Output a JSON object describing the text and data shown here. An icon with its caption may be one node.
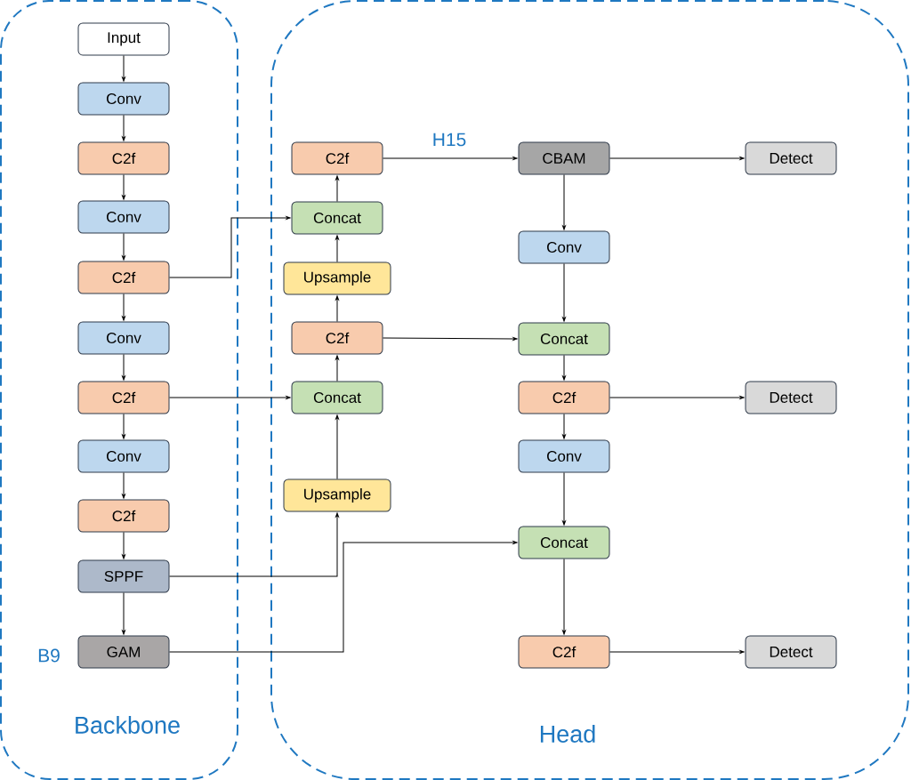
{
  "diagram": {
    "nodes": [
      {
        "text": [
          "Backbone"
        ]
      },
      {
        "text": [
          "Input"
        ],
        "in": 0
      },
      {
        "text": [
          "Conv"
        ],
        "in": 0
      },
      {
        "text": [
          "C2f"
        ],
        "in": 0
      },
      {
        "text": [
          "Conv"
        ],
        "in": 0
      },
      {
        "text": [
          "C2f"
        ],
        "in": 0
      },
      {
        "text": [
          "Conv"
        ],
        "in": 0
      },
      {
        "text": [
          "C2f"
        ],
        "in": 0
      },
      {
        "text": [
          "Conv"
        ],
        "in": 0
      },
      {
        "text": [
          "C2f"
        ],
        "in": 0
      },
      {
        "text": [
          "SPPF"
        ],
        "in": 0
      },
      {
        "text": [
          "GAM"
        ],
        "in": 0,
        "beside": [
          "B9"
        ]
      },
      {
        "text": [
          "Head"
        ]
      },
      {
        "text": [
          "C2f"
        ],
        "in": 12
      },
      {
        "text": [
          "Concat"
        ],
        "in": 12
      },
      {
        "text": [
          "Upsample"
        ],
        "in": 12
      },
      {
        "text": [
          "C2f"
        ],
        "in": 12
      },
      {
        "text": [
          "Concat"
        ],
        "in": 12
      },
      {
        "text": [
          "Upsample"
        ],
        "in": 12
      },
      {
        "text": [
          "CBAM"
        ],
        "in": 12
      },
      {
        "text": [
          "Conv"
        ],
        "in": 12
      },
      {
        "text": [
          "Concat"
        ],
        "in": 12
      },
      {
        "text": [
          "C2f"
        ],
        "in": 12
      },
      {
        "text": [
          "Conv"
        ],
        "in": 12
      },
      {
        "text": [
          "Concat"
        ],
        "in": 12
      },
      {
        "text": [
          "C2f"
        ],
        "in": 12
      },
      {
        "text": [
          "Detect"
        ],
        "in": 12
      },
      {
        "text": [
          "Detect"
        ],
        "in": 12
      },
      {
        "text": [
          "Detect"
        ],
        "in": 12
      }
    ],
    "edges": [
      {
        "from": 1,
        "to": 2,
        "arrow": "to"
      },
      {
        "from": 2,
        "to": 3,
        "arrow": "to"
      },
      {
        "from": 3,
        "to": 4,
        "arrow": "to"
      },
      {
        "from": 4,
        "to": 5,
        "arrow": "to"
      },
      {
        "from": 5,
        "to": 6,
        "arrow": "to"
      },
      {
        "from": 6,
        "to": 7,
        "arrow": "to"
      },
      {
        "from": 7,
        "to": 8,
        "arrow": "to"
      },
      {
        "from": 8,
        "to": 9,
        "arrow": "to"
      },
      {
        "from": 9,
        "to": 10,
        "arrow": "to"
      },
      {
        "from": 10,
        "to": 11,
        "arrow": "to"
      },
      {
        "from": 5,
        "to": 14,
        "arrow": "to"
      },
      {
        "from": 7,
        "to": 17,
        "arrow": "to"
      },
      {
        "from": 10,
        "to": 18,
        "arrow": "to"
      },
      {
        "from": 11,
        "to": 24,
        "arrow": "to"
      },
      {
        "from": 18,
        "to": 17,
        "arrow": "to"
      },
      {
        "from": 17,
        "to": 16,
        "arrow": "to"
      },
      {
        "from": 16,
        "to": 15,
        "arrow": "to"
      },
      {
        "from": 15,
        "to": 14,
        "arrow": "to"
      },
      {
        "from": 14,
        "to": 13,
        "arrow": "to"
      },
      {
        "from": 13,
        "to": 19,
        "arrow": "to",
        "label": "H15"
      },
      {
        "from": 16,
        "to": 21,
        "arrow": "to"
      },
      {
        "from": 19,
        "to": 26,
        "arrow": "to"
      },
      {
        "from": 19,
        "to": 20,
        "arrow": "to"
      },
      {
        "from": 20,
        "to": 21,
        "arrow": "to"
      },
      {
        "from": 21,
        "to": 22,
        "arrow": "to"
      },
      {
        "from": 22,
        "to": 27,
        "arrow": "to"
      },
      {
        "from": 22,
        "to": 23,
        "arrow": "to"
      },
      {
        "from": 23,
        "to": 24,
        "arrow": "to"
      },
      {
        "from": 24,
        "to": 25,
        "arrow": "to"
      },
      {
        "from": 25,
        "to": 28,
        "arrow": "to"
      }
    ]
  }
}
